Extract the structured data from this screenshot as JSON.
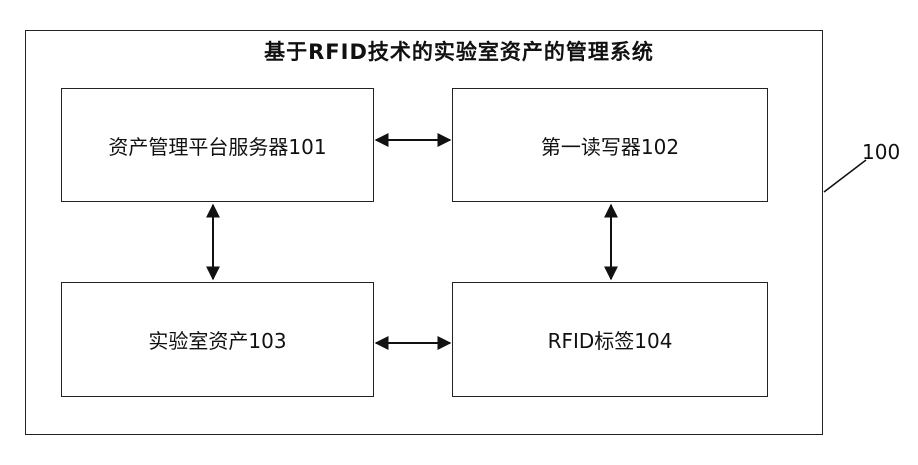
{
  "diagram": {
    "title": "基于RFID技术的实验室资产的管理系统",
    "reference_number": "100",
    "blocks": {
      "server": "资产管理平台服务器101",
      "reader": "第一读写器102",
      "assets": "实验室资产103",
      "tag": "RFID标签104"
    }
  }
}
